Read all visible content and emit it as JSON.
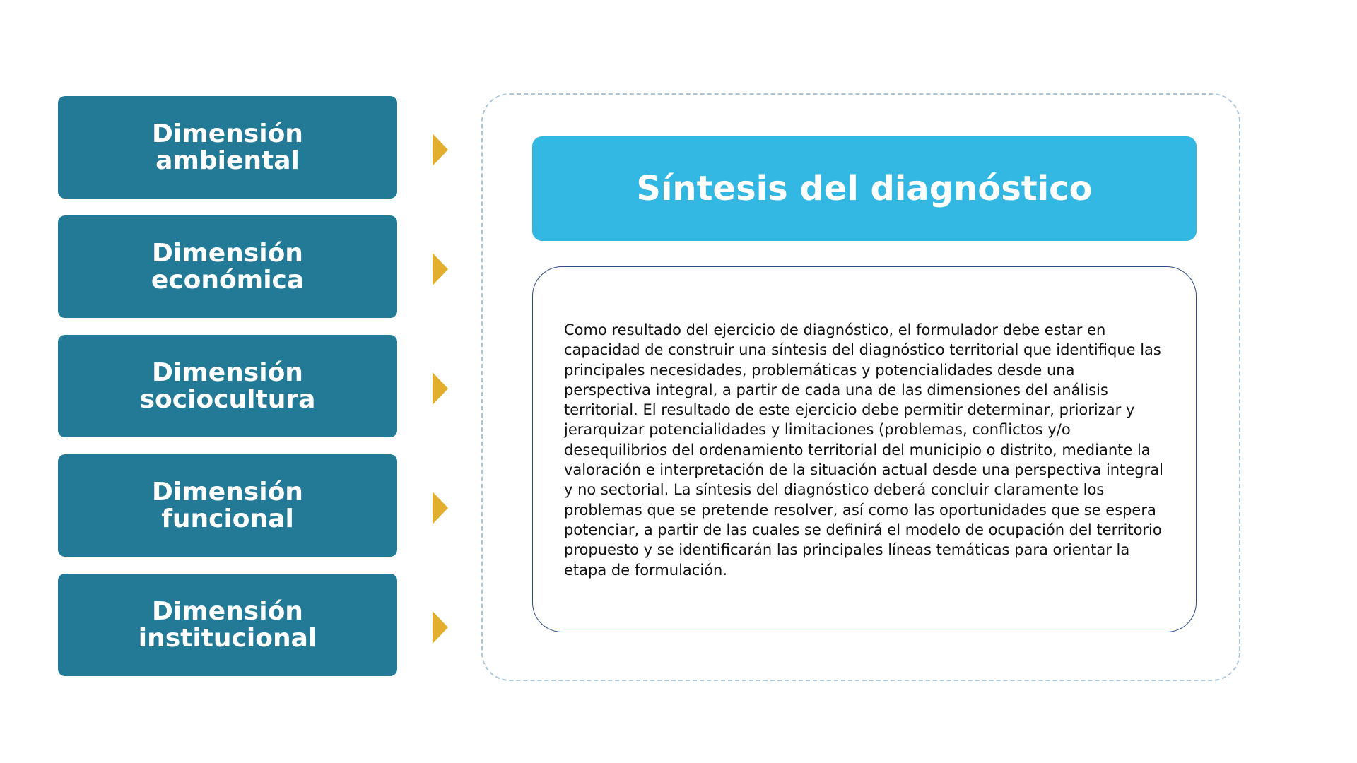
{
  "dimensions": [
    {
      "line1": "Dimensión",
      "line2": "ambiental"
    },
    {
      "line1": "Dimensión",
      "line2": "económica"
    },
    {
      "line1": "Dimensión",
      "line2": "sociocultura"
    },
    {
      "line1": "Dimensión",
      "line2": "funcional"
    },
    {
      "line1": "Dimensión",
      "line2": "institucional"
    }
  ],
  "synthesis": {
    "title": "Síntesis del diagnóstico",
    "body": "Como resultado del ejercicio de diagnóstico, el formulador debe estar en capacidad de construir una síntesis del diagnóstico territorial que identifique las principales necesidades, problemáticas y potencialidades desde una perspectiva integral, a partir de cada una de las dimensiones del análisis territorial. El resultado de este ejercicio debe permitir determinar, priorizar y jerarquizar potencialidades y limitaciones (problemas, conflictos y/o desequilibrios del ordenamiento territorial del municipio o distrito, mediante la valoración e interpretación de la situación actual desde una perspectiva integral y no sectorial. La síntesis del diagnóstico deberá concluir claramente los problemas que se pretende resolver, así como las oportunidades que se espera potenciar, a partir de las cuales se definirá el modelo de ocupación del territorio propuesto y se identificarán las principales líneas temáticas para orientar la etapa de formulación."
  },
  "colors": {
    "dimension_box": "#237a96",
    "arrow": "#e2ae2e",
    "title_bar": "#33b7e3",
    "text_box_border": "#2f4b86",
    "dashed_frame": "#a8c6d8"
  }
}
